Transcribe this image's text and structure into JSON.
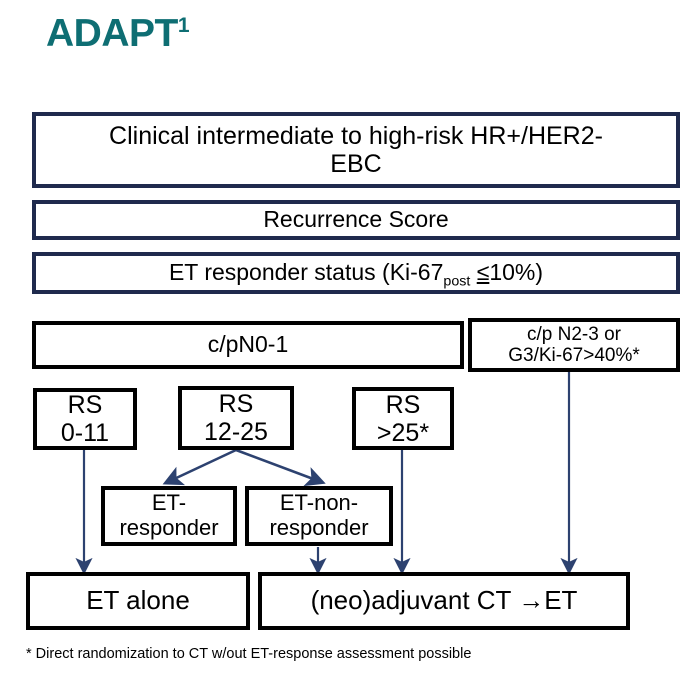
{
  "title": {
    "text": "ADAPT",
    "superscript": "1"
  },
  "colors": {
    "title_teal": "#0e6e73",
    "navy_border": "#1f2a4d",
    "black_border": "#000000",
    "arrow": "#2d4270",
    "background": "#ffffff"
  },
  "boxes": {
    "eligibility": "Clinical intermediate to high-risk HR+/HER2-EBC",
    "eligibility_line1": "Clinical intermediate to high-risk HR+/HER2-",
    "eligibility_line2": "EBC",
    "recurrence_score": "Recurrence Score",
    "et_responder_status_prefix": "ET responder status (Ki-67",
    "et_responder_status_sub": "post",
    "et_responder_status_le": "≤",
    "et_responder_status_suffix": "10%)",
    "et_responder_status_full": "ET responder status (Ki-67post ≤10%)",
    "cpn01": "c/pN0-1",
    "cpn23_line1": "c/p N2-3 or",
    "cpn23_line2": "G3/Ki-67>40%*",
    "rs_0_11_line1": "RS",
    "rs_0_11_line2": "0-11",
    "rs_12_25_line1": "RS",
    "rs_12_25_line2": "12-25",
    "rs_gt_25_line1": "RS",
    "rs_gt_25_line2": ">25*",
    "et_responder_line1": "ET-",
    "et_responder_line2": "responder",
    "et_non_responder_line1": "ET-non-",
    "et_non_responder_line2": "responder",
    "et_alone": "ET alone",
    "neoadjuvant": "(neo)adjuvant CT →ET"
  },
  "footnote": "* Direct randomization to CT w/out ET-response assessment possible",
  "flow": {
    "arrows": [
      {
        "name": "rs-0-11-to-et-alone",
        "from": "rs_0_11",
        "to": "et_alone"
      },
      {
        "name": "rs-12-25-to-et-responder",
        "from": "rs_12_25",
        "to": "et_responder"
      },
      {
        "name": "rs-12-25-to-et-non-responder",
        "from": "rs_12_25",
        "to": "et_non_responder"
      },
      {
        "name": "et-non-responder-to-neoadjuvant",
        "from": "et_non_responder",
        "to": "neoadjuvant"
      },
      {
        "name": "rs-gt-25-to-neoadjuvant",
        "from": "rs_gt_25",
        "to": "neoadjuvant"
      },
      {
        "name": "cpn23-to-neoadjuvant",
        "from": "cpn23",
        "to": "neoadjuvant"
      }
    ]
  }
}
